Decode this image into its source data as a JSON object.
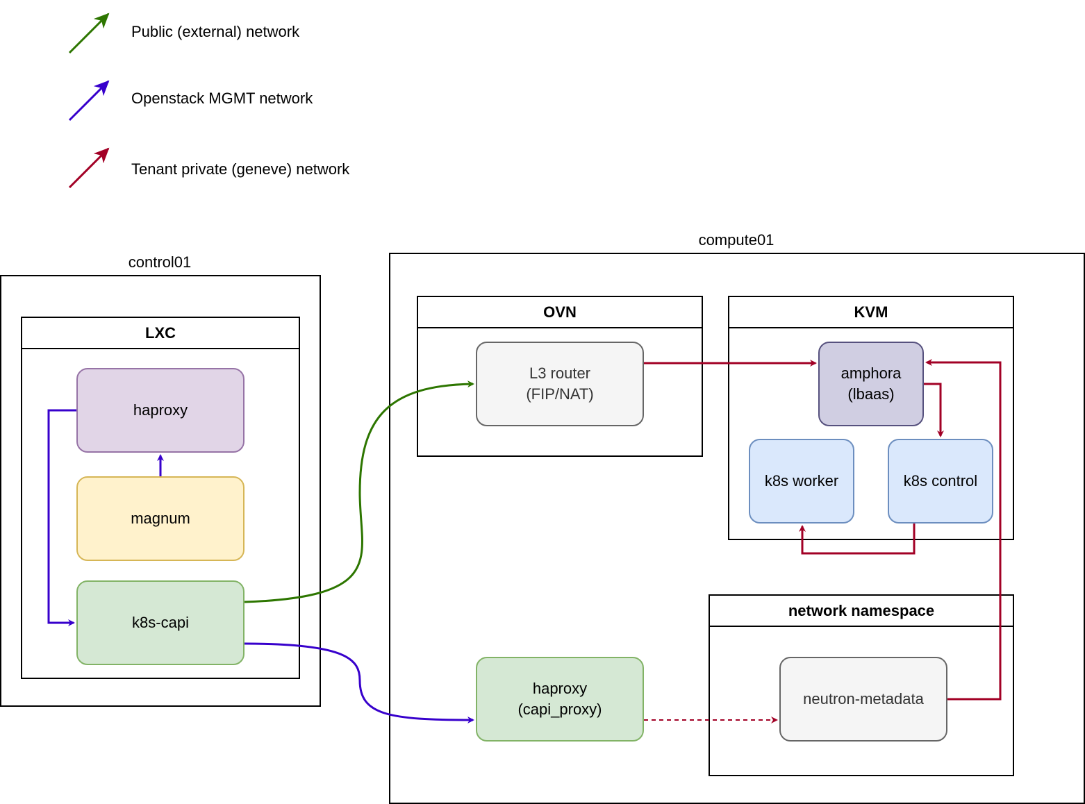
{
  "legend": [
    {
      "label": "Public (external) network",
      "color": "#2d7600"
    },
    {
      "label": "Openstack MGMT network",
      "color": "#3700cc"
    },
    {
      "label": "Tenant private (geneve) network",
      "color": "#a20025"
    }
  ],
  "hosts": {
    "control01": "control01",
    "compute01": "compute01"
  },
  "containers": {
    "lxc": "LXC",
    "ovn": "OVN",
    "kvm": "KVM",
    "netns": "network namespace"
  },
  "nodes": {
    "haproxy": "haproxy",
    "magnum": "magnum",
    "k8s_capi": "k8s-capi",
    "l3_router": "L3 router\n(FIP/NAT)",
    "amphora": "amphora\n(lbaas)",
    "k8s_worker": "k8s worker",
    "k8s_control": "k8s control",
    "haproxy_capi": "haproxy\n(capi_proxy)",
    "neutron_metadata": "neutron-metadata"
  },
  "colors": {
    "public": "#2d7600",
    "mgmt": "#3700cc",
    "tenant": "#a20025"
  }
}
